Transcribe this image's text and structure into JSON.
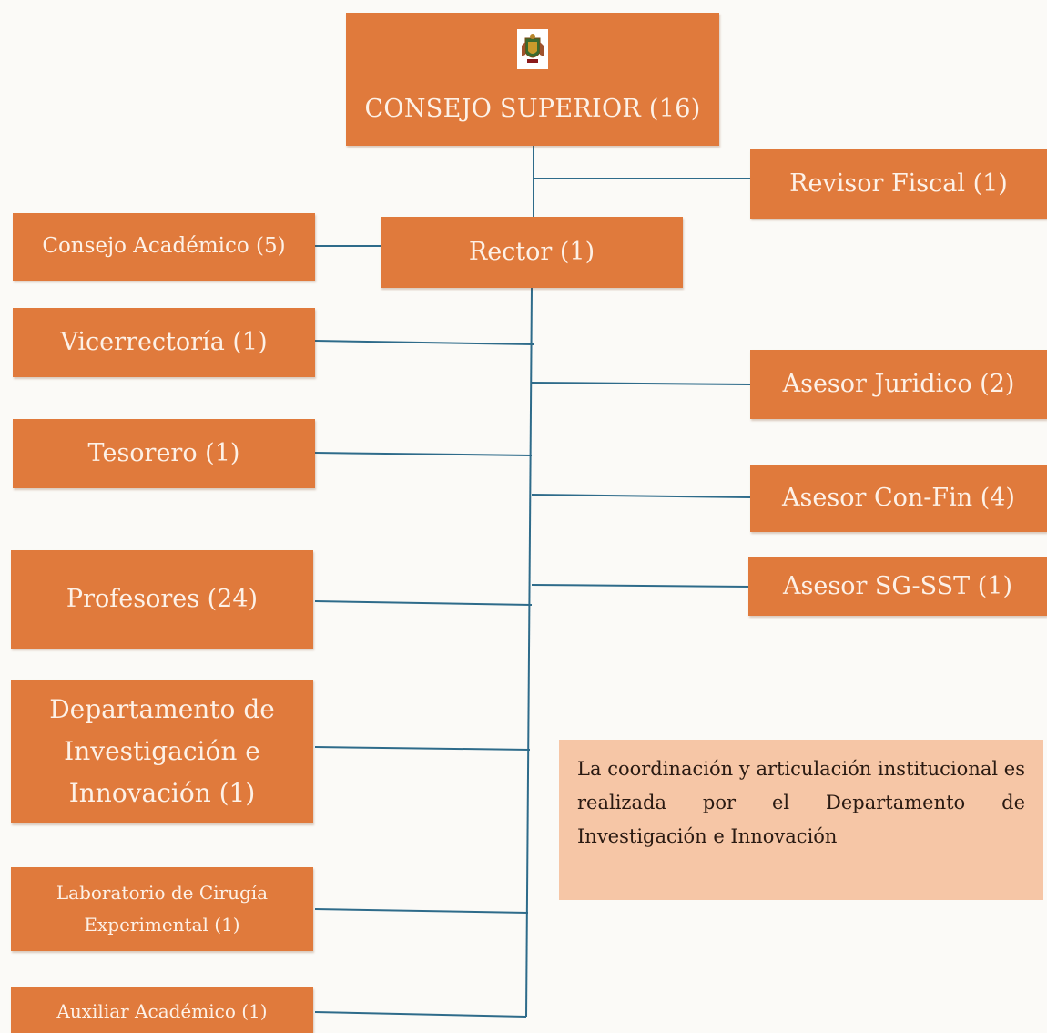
{
  "org_chart": {
    "top": {
      "label": "CONSEJO SUPERIOR (16)"
    },
    "revisor": {
      "label": "Revisor Fiscal (1)"
    },
    "rector": {
      "label": "Rector (1)"
    },
    "consejo_academico": {
      "label": "Consejo Académico (5)"
    },
    "left_units": [
      {
        "label": "Vicerrectoría (1)"
      },
      {
        "label": "Tesorero (1)"
      },
      {
        "label": "Profesores (24)"
      },
      {
        "label": "Departamento de Investigación e Innovación (1)"
      },
      {
        "label": "Laboratorio de Cirugía Experimental (1)"
      },
      {
        "label": "Auxiliar Académico (1)"
      }
    ],
    "right_units": [
      {
        "label": "Asesor Juridico (2)"
      },
      {
        "label": "Asesor Con-Fin (4)"
      },
      {
        "label": "Asesor SG-SST (1)"
      }
    ],
    "note": "La coordinación y articulación institucional es realizada por el Departamento de Investigación e Innovación"
  },
  "colors": {
    "box": "#e07a3c",
    "box_text": "#fdf1e7",
    "connector": "#2e6b8a",
    "note_bg": "#f6c6a6"
  },
  "icons": {
    "crest": "coat-of-arms-icon"
  }
}
